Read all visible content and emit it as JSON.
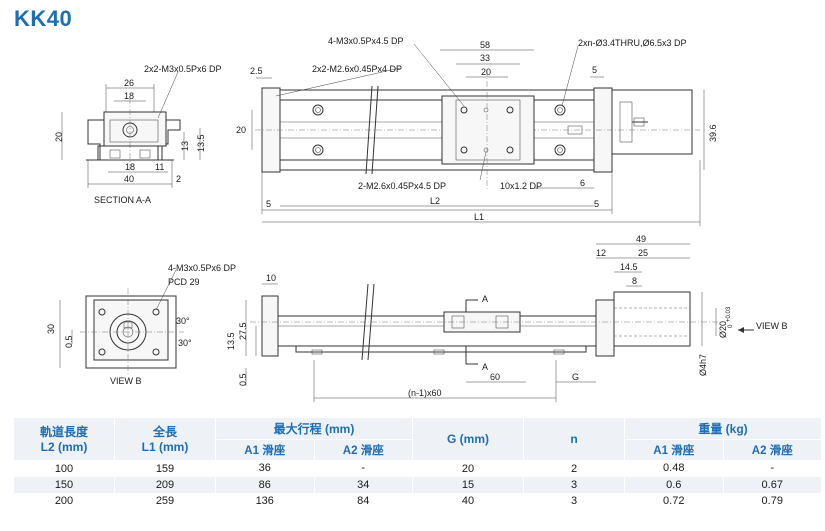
{
  "title": "KK40",
  "views": {
    "section_aa": {
      "label": "SECTION A-A",
      "callout": "2x2-M3x0.5Px6 DP",
      "dims": [
        "26",
        "18",
        "20",
        "13",
        "13.5",
        "18",
        "11",
        "40",
        "2"
      ]
    },
    "top_view": {
      "callouts": [
        "4-M3x0.5Px4.5 DP",
        "2x2-M2.6x0.45Px4 DP",
        "2xn-Ø3.4THRU,Ø6.5x3 DP",
        "2-M2.6x0.45Px4.5 DP",
        "10x1.2 DP"
      ],
      "dims": [
        "2.5",
        "58",
        "33",
        "20",
        "5",
        "20",
        "39.6",
        "6",
        "5",
        "5",
        "L2",
        "L1"
      ]
    },
    "view_b": {
      "label": "VIEW B",
      "callouts": [
        "4-M3x0.5Px6 DP",
        "PCD 29",
        "30°",
        "30°"
      ],
      "dims": [
        "30",
        "0.5"
      ]
    },
    "side_view": {
      "dims": [
        "10",
        "27.5",
        "13.5",
        "0.5",
        "A",
        "A",
        "60",
        "G",
        "(n-1)x60",
        "49",
        "25",
        "12",
        "14.5",
        "8",
        "Ø4h7",
        "Ø20",
        "+0.03",
        "0",
        "VIEW B"
      ]
    }
  },
  "table": {
    "headers_row1": [
      "軌道長度\nL2 (mm)",
      "全長\nL1 (mm)",
      "最大行程 (mm)",
      "G (mm)",
      "n",
      "重量 (kg)"
    ],
    "headers_row2": [
      "A1 滑座",
      "A2 滑座",
      "A1 滑座",
      "A2 滑座"
    ],
    "rows": [
      [
        "100",
        "159",
        "36",
        "-",
        "20",
        "2",
        "0.48",
        "-"
      ],
      [
        "150",
        "209",
        "86",
        "34",
        "15",
        "3",
        "0.6",
        "0.67"
      ],
      [
        "200",
        "259",
        "136",
        "84",
        "40",
        "3",
        "0.72",
        "0.79"
      ]
    ]
  }
}
